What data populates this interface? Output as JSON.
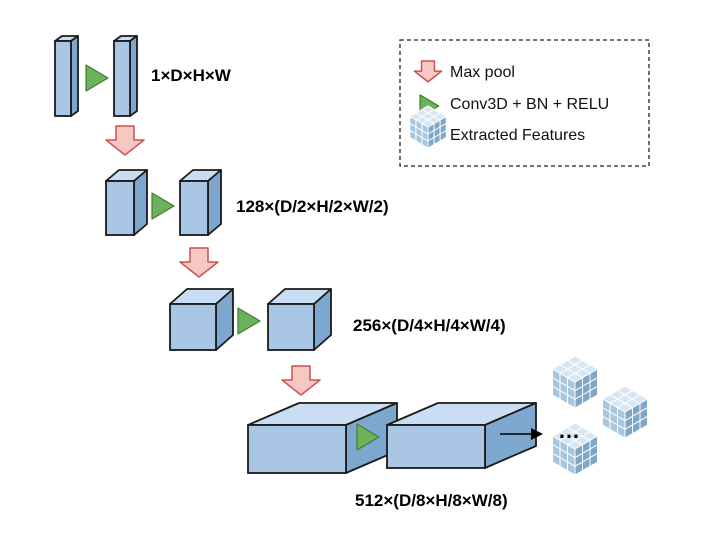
{
  "legend": {
    "items": [
      {
        "icon": "max-pool-arrow-icon",
        "label": "Max pool"
      },
      {
        "icon": "conv-triangle-icon",
        "label": "Conv3D + BN + RELU"
      },
      {
        "icon": "feature-cube-icon",
        "label": "Extracted Features"
      }
    ]
  },
  "stages": [
    {
      "shape": "1×D×H×W"
    },
    {
      "shape": "128×(D/2×H/2×W/2)"
    },
    {
      "shape": "256×(D/4×H/4×W/4)"
    },
    {
      "shape": "512×(D/8×H/8×W/8)"
    }
  ],
  "ellipsis": "…",
  "colors": {
    "block_front": "#a9c7e4",
    "block_top": "#c9def2",
    "block_side": "#7ea7cf",
    "block_stroke": "#1a1a1a",
    "pool_fill": "#f7c7c4",
    "pool_stroke": "#c95450",
    "conv_fill": "#6cb25a",
    "conv_stroke": "#3f7d33",
    "feature_top": "#d7e6f2",
    "feature_front": "#a8c6de",
    "feature_side": "#7ea6c7",
    "feature_stroke": "#ffffff"
  }
}
